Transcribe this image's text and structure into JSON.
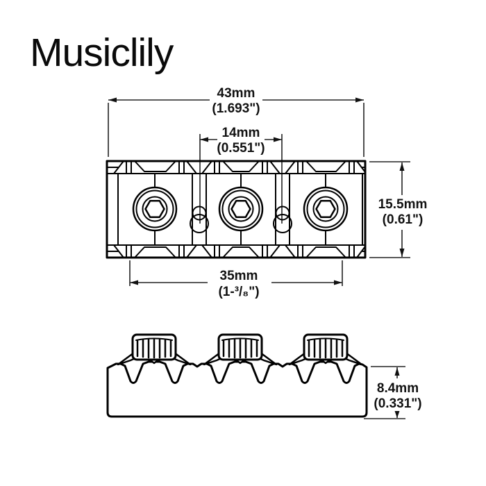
{
  "logo": {
    "brand": "Musiclily"
  },
  "dimensions": {
    "overall_width": {
      "metric": "43mm",
      "imperial": "(1.693\")"
    },
    "screw_spacing": {
      "metric": "14mm",
      "imperial": "(0.551\")"
    },
    "nut_height": {
      "metric": "15.5mm",
      "imperial": "(0.61\")"
    },
    "mount_spacing": {
      "metric": "35mm",
      "imperial": "(1-³/₈\")"
    },
    "nut_thickness": {
      "metric": "8.4mm",
      "imperial": "(0.331\")"
    }
  }
}
